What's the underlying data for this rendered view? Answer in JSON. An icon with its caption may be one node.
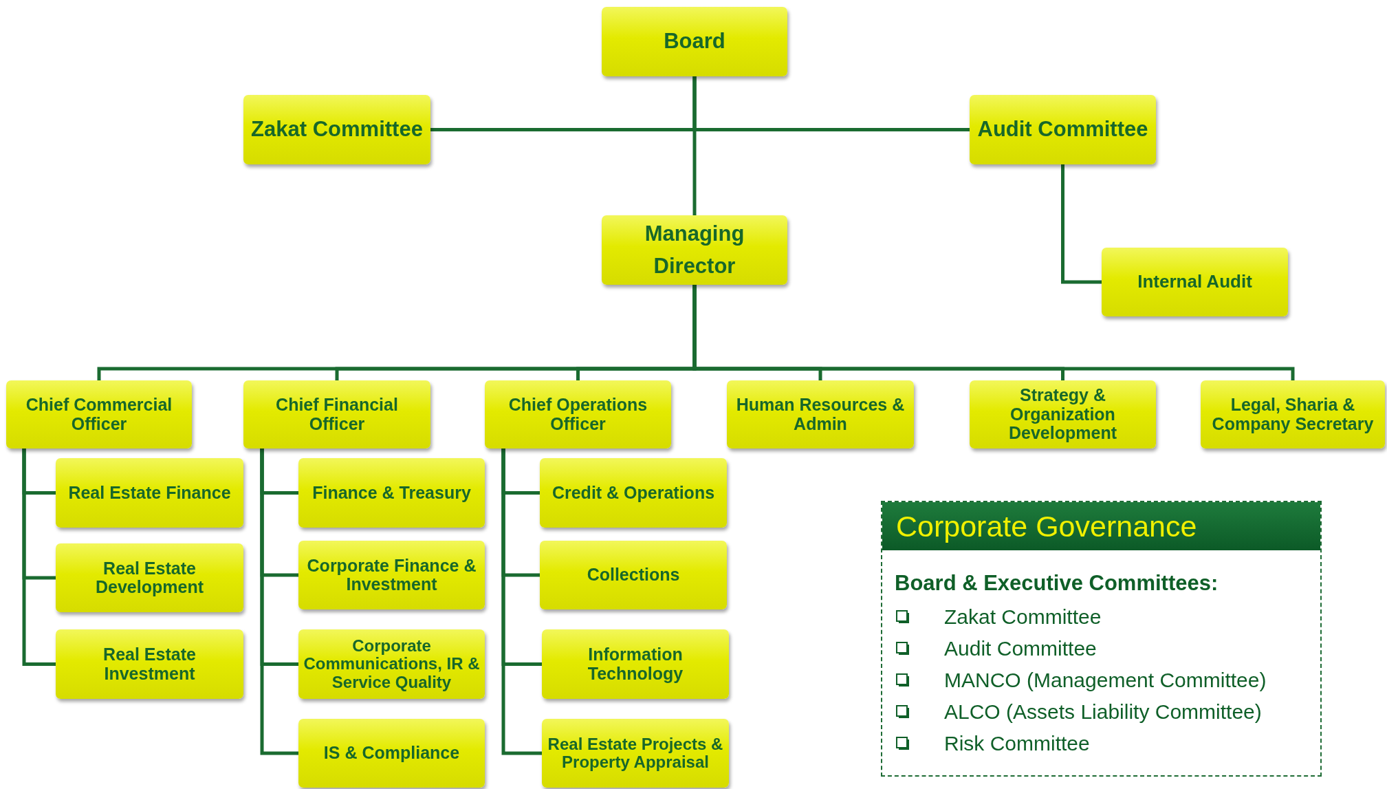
{
  "diagram": {
    "nodes": [
      {
        "text": [
          "Board"
        ]
      },
      {
        "text": [
          "Zakat Committee"
        ]
      },
      {
        "text": [
          "Audit Committee"
        ]
      },
      {
        "text": [
          "Managing Director"
        ]
      },
      {
        "text": [
          "Internal Audit"
        ]
      },
      {
        "text": [
          "Chief Commercial Officer"
        ]
      },
      {
        "text": [
          "Chief Financial Officer"
        ]
      },
      {
        "text": [
          "Chief Operations Officer"
        ]
      },
      {
        "text": [
          "Human Resources & Admin"
        ]
      },
      {
        "text": [
          "Strategy & Organization Development"
        ]
      },
      {
        "text": [
          "Legal, Sharia & Company Secretary"
        ]
      },
      {
        "text": [
          "Real Estate Finance"
        ]
      },
      {
        "text": [
          "Real Estate Development"
        ]
      },
      {
        "text": [
          "Real Estate Investment"
        ]
      },
      {
        "text": [
          "Finance & Treasury"
        ]
      },
      {
        "text": [
          "Corporate Finance & Investment"
        ]
      },
      {
        "text": [
          "Corporate Communications, IR & Service Quality"
        ]
      },
      {
        "text": [
          "IS & Compliance"
        ]
      },
      {
        "text": [
          "Credit & Operations"
        ]
      },
      {
        "text": [
          "Collections"
        ]
      },
      {
        "text": [
          "Information Technology"
        ]
      },
      {
        "text": [
          "Real Estate Projects & Property Appraisal"
        ]
      },
      {
        "text": [
          "Corporate Governance",
          "Board & Executive Committees:",
          "Zakat Committee",
          "Audit Committee",
          "MANCO (Management Committee)",
          "ALCO (Assets Liability Committee)",
          "Risk Committee"
        ]
      }
    ],
    "edges": [
      {
        "from": 0,
        "to": 1,
        "arrow": "none"
      },
      {
        "from": 0,
        "to": 2,
        "arrow": "none"
      },
      {
        "from": 0,
        "to": 3,
        "arrow": "none"
      },
      {
        "from": 2,
        "to": 4,
        "arrow": "none"
      },
      {
        "from": 3,
        "to": 5,
        "arrow": "none"
      },
      {
        "from": 3,
        "to": 6,
        "arrow": "none"
      },
      {
        "from": 3,
        "to": 7,
        "arrow": "none"
      },
      {
        "from": 3,
        "to": 8,
        "arrow": "none"
      },
      {
        "from": 3,
        "to": 9,
        "arrow": "none"
      },
      {
        "from": 3,
        "to": 10,
        "arrow": "none"
      },
      {
        "from": 5,
        "to": 11,
        "arrow": "none"
      },
      {
        "from": 5,
        "to": 12,
        "arrow": "none"
      },
      {
        "from": 5,
        "to": 13,
        "arrow": "none"
      },
      {
        "from": 6,
        "to": 14,
        "arrow": "none"
      },
      {
        "from": 6,
        "to": 15,
        "arrow": "none"
      },
      {
        "from": 6,
        "to": 16,
        "arrow": "none"
      },
      {
        "from": 6,
        "to": 17,
        "arrow": "none"
      },
      {
        "from": 7,
        "to": 18,
        "arrow": "none"
      },
      {
        "from": 7,
        "to": 19,
        "arrow": "none"
      },
      {
        "from": 7,
        "to": 20,
        "arrow": "none"
      },
      {
        "from": 7,
        "to": 21,
        "arrow": "none"
      }
    ]
  }
}
